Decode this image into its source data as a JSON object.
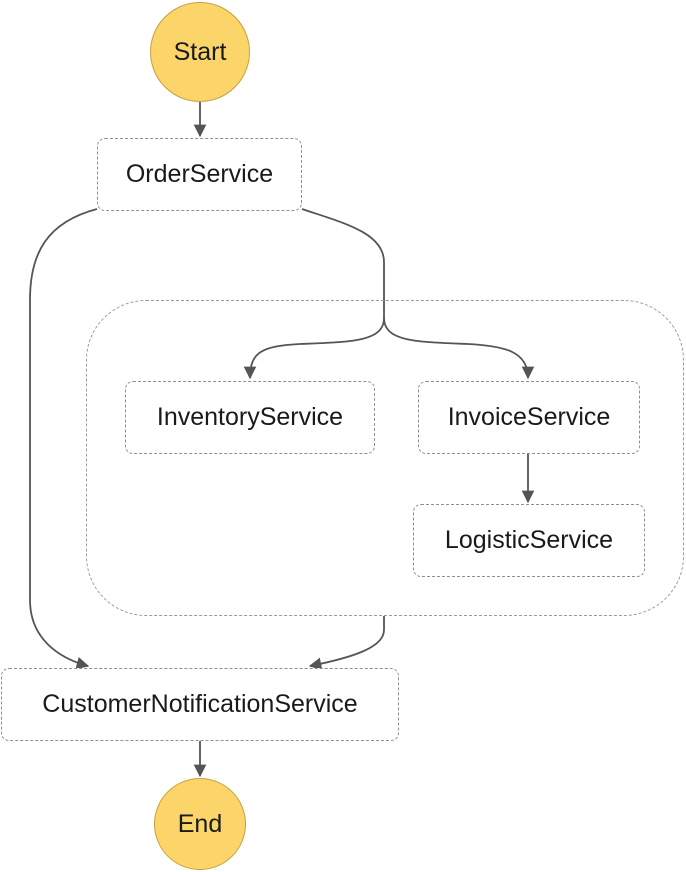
{
  "diagram": {
    "start": "Start",
    "end": "End",
    "states": {
      "order": "OrderService",
      "inventory": "InventoryService",
      "invoice": "InvoiceService",
      "logistic": "LogisticService",
      "notification": "CustomerNotificationService"
    }
  },
  "colors": {
    "terminal_fill": "#fbd56a",
    "edge": "#555555",
    "border": "#8f8f8f"
  }
}
